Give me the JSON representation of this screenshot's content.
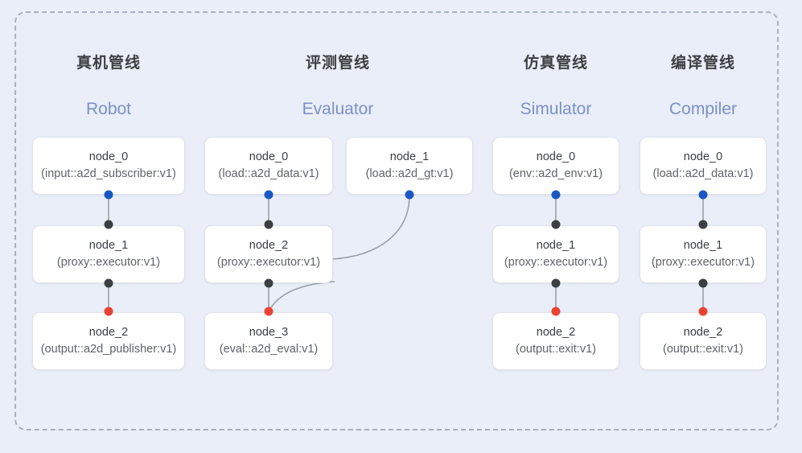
{
  "diagram": {
    "frame": {
      "style": "dashed-rounded-rect",
      "border_color": "#a8b0bd"
    },
    "background_color": "#e9eef9",
    "port_colors": {
      "blue": "#1a56c4",
      "black": "#3c4043",
      "red": "#ea4335"
    },
    "edge_color": "#9aa0a6"
  },
  "columns": [
    {
      "id": "robot",
      "title_cn": "真机管线",
      "title_en": "Robot",
      "nodes": [
        {
          "name": "node_0",
          "spec": "(input::a2d_subscriber:v1)"
        },
        {
          "name": "node_1",
          "spec": "(proxy::executor:v1)"
        },
        {
          "name": "node_2",
          "spec": "(output::a2d_publisher:v1)"
        }
      ]
    },
    {
      "id": "evaluator",
      "title_cn": "评测管线",
      "title_en": "Evaluator",
      "nodes": [
        {
          "name": "node_0",
          "spec": "(load::a2d_data:v1)"
        },
        {
          "name": "node_1",
          "spec": "(load::a2d_gt:v1)"
        },
        {
          "name": "node_2",
          "spec": "(proxy::executor:v1)"
        },
        {
          "name": "node_3",
          "spec": "(eval::a2d_eval:v1)"
        }
      ]
    },
    {
      "id": "simulator",
      "title_cn": "仿真管线",
      "title_en": "Simulator",
      "nodes": [
        {
          "name": "node_0",
          "spec": "(env::a2d_env:v1)"
        },
        {
          "name": "node_1",
          "spec": "(proxy::executor:v1)"
        },
        {
          "name": "node_2",
          "spec": "(output::exit:v1)"
        }
      ]
    },
    {
      "id": "compiler",
      "title_cn": "编译管线",
      "title_en": "Compiler",
      "nodes": [
        {
          "name": "node_0",
          "spec": "(load::a2d_data:v1)"
        },
        {
          "name": "node_1",
          "spec": "(proxy::executor:v1)"
        },
        {
          "name": "node_2",
          "spec": "(output::exit:v1)"
        }
      ]
    }
  ]
}
